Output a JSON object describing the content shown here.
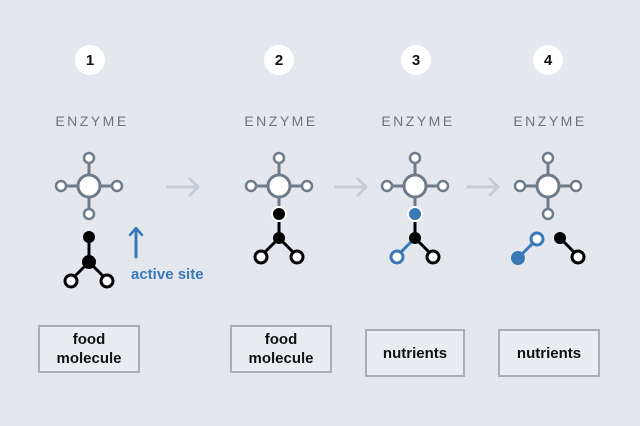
{
  "steps": [
    {
      "number": "1",
      "enzyme_label": "ENZYME",
      "box_label": "food\nmolecule"
    },
    {
      "number": "2",
      "enzyme_label": "ENZYME",
      "box_label": "food\nmolecule"
    },
    {
      "number": "3",
      "enzyme_label": "ENZYME",
      "box_label": "nutrients"
    },
    {
      "number": "4",
      "enzyme_label": "ENZYME",
      "box_label": "nutrients"
    }
  ],
  "annotation": {
    "active_site_label": "active site"
  },
  "colors": {
    "background": "#e4e8ee",
    "enzyme": "#6e7b8b",
    "molecule": "#000000",
    "nutrient_blue": "#3a78b8",
    "arrow": "#c2ccd6",
    "box_border": "#a9aeb5"
  }
}
